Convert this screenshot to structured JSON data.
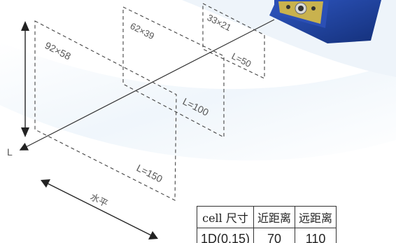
{
  "diagram": {
    "near_frame_label": "33×21",
    "mid_frame_label": "62×39",
    "far_frame_label": "92×58",
    "near_distance_label": "L=50",
    "mid_distance_label": "L=100",
    "far_distance_label": "L=150",
    "vertical_axis_label": "L",
    "horizontal_axis_label": "水平"
  },
  "spec_table": {
    "headers": [
      "cell 尺寸",
      "近距离",
      "远距离"
    ],
    "rows": [
      [
        "1D(0.15)",
        "70",
        "110"
      ]
    ]
  },
  "colors": {
    "device_body": "#1f3f9a",
    "device_screen": "#c8b04a",
    "background_sweep": "#eaf3fb",
    "line": "#333333"
  }
}
